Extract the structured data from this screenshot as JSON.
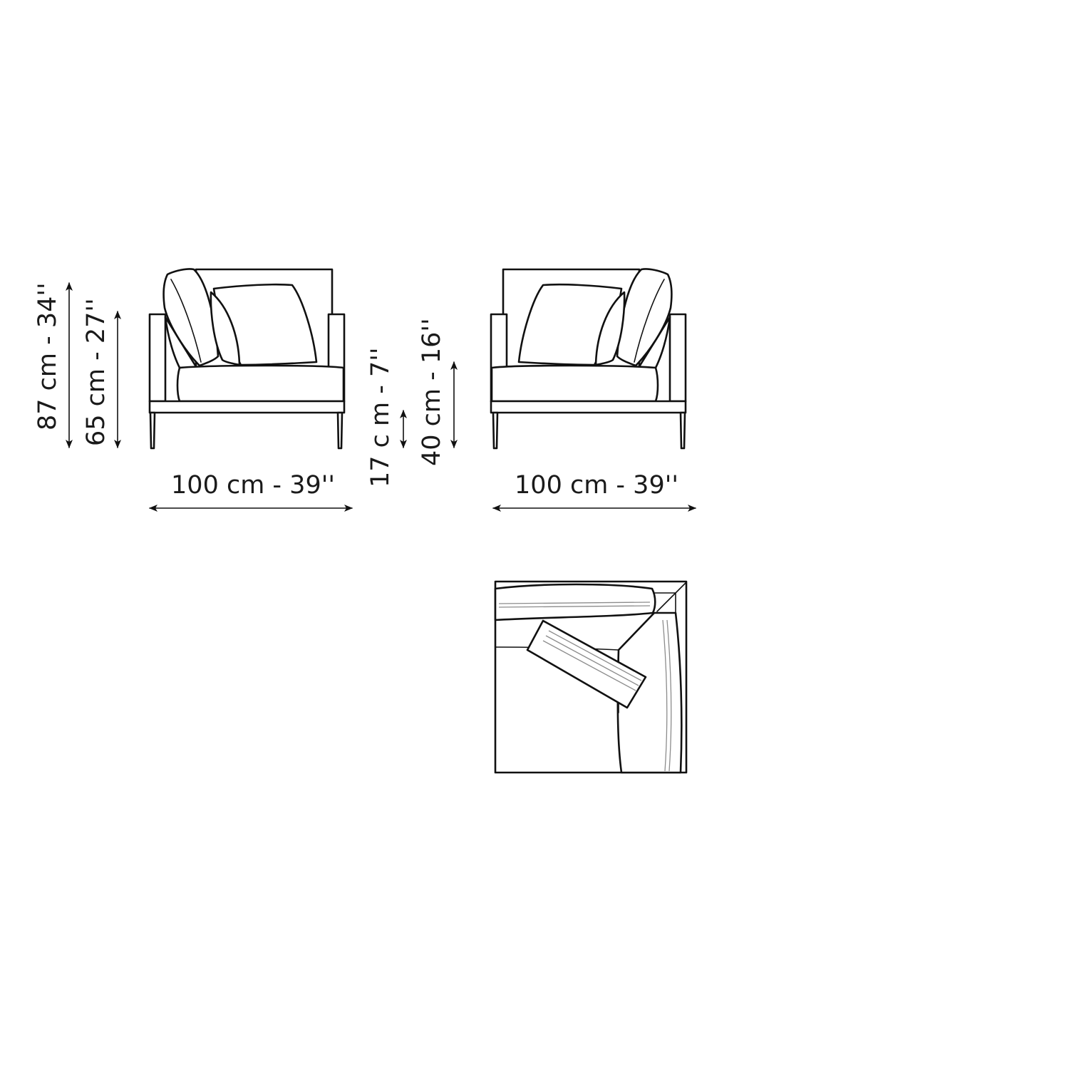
{
  "drawing": {
    "front_view": {
      "height_label": "87 cm -  34''",
      "seat_height_label": "65 cm -  27''",
      "width_label": "100 cm - 39''"
    },
    "side_labels": {
      "leg_height_label": "17 c m -  7''",
      "seat_cushion_label": "40 cm -  16''"
    },
    "back_view": {
      "width_label": "100 cm - 39''"
    },
    "top_view": {}
  },
  "colors": {
    "line": "#111111",
    "stitch": "#8c8c8c",
    "background": "#ffffff"
  }
}
